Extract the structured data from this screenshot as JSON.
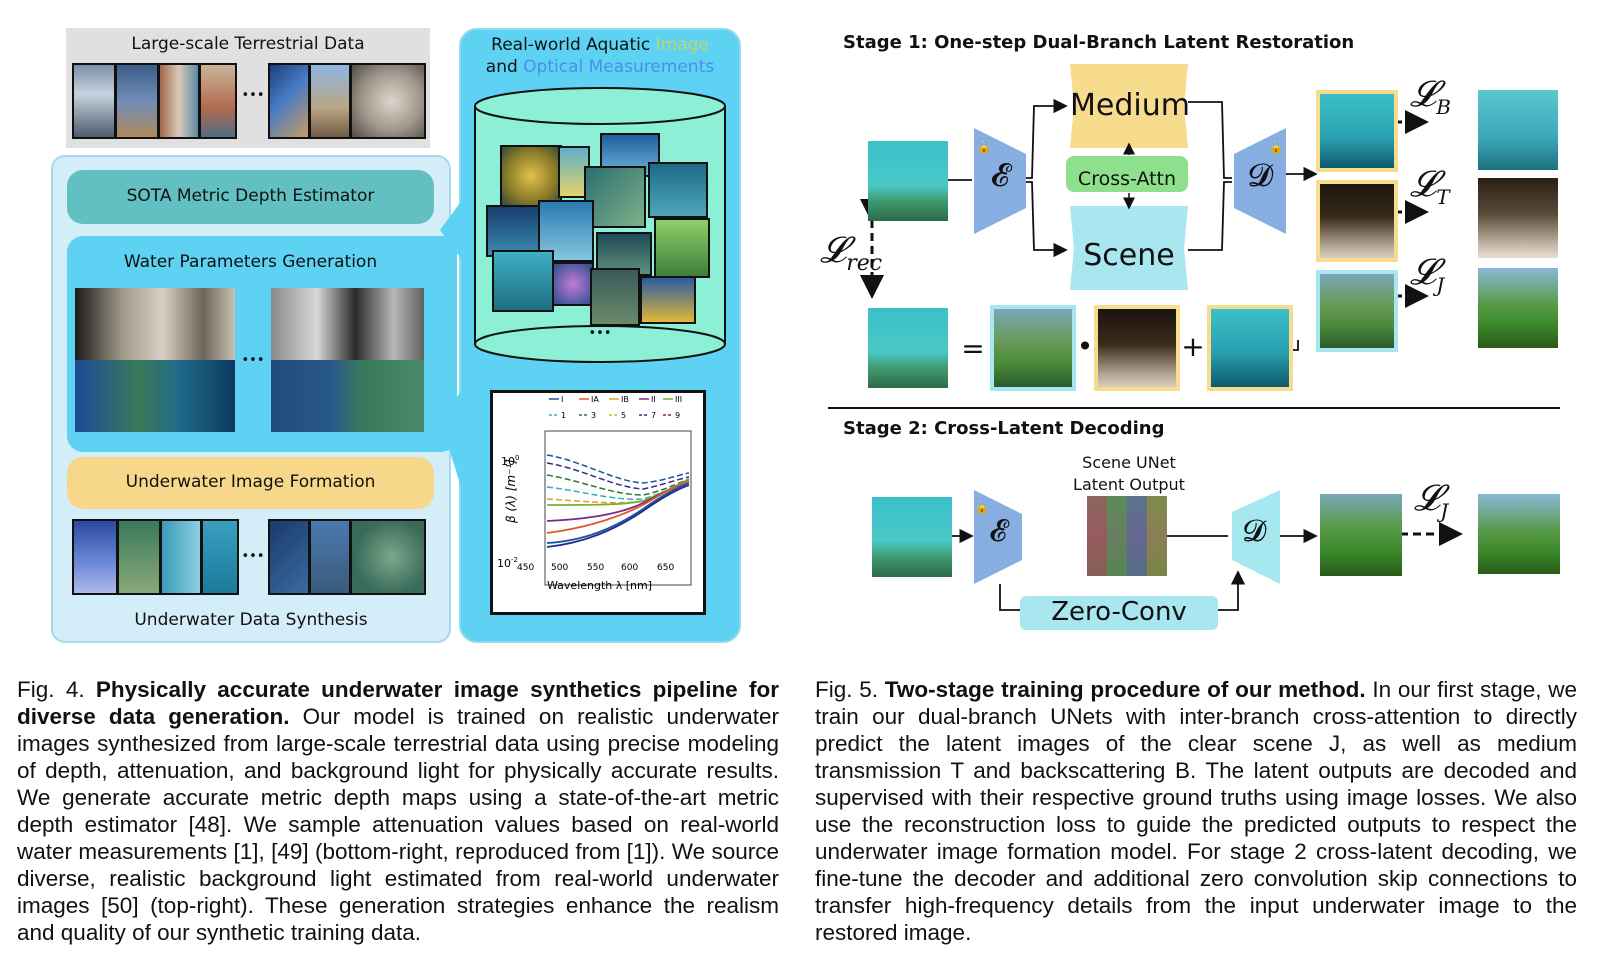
{
  "fig4": {
    "terrestrial_title": "Large-scale Terrestrial Data",
    "aquatic_title_1": "Real-world Aquatic ",
    "aquatic_title_image": "Image",
    "aquatic_title_2": "and ",
    "aquatic_title_optical": "Optical Measurements",
    "sota_label": "SOTA Metric Depth Estimator",
    "water_params_label": "Water Parameters Generation",
    "formation_label": "Underwater Image Formation",
    "synthesis_label": "Underwater Data Synthesis",
    "ellipsis": "•••",
    "plot": {
      "ylabel": "β (λ) [m⁻¹]",
      "xlabel": "Wavelength λ [nm]",
      "y_top": "10",
      "y_top_exp": "0",
      "y_bottom": "10",
      "y_bottom_exp": "-2",
      "xticks": [
        "450",
        "500",
        "550",
        "600",
        "650"
      ],
      "legend_row1": [
        "I",
        "IA",
        "IB",
        "II",
        "III"
      ],
      "legend_row2": [
        "1",
        "3",
        "5",
        "7",
        "9"
      ]
    },
    "colors": {
      "panel_light": "#d4eef9",
      "panel_cyan": "#5ed2f2",
      "teal_box": "#62bfc2",
      "yellow_box": "#f7d88a",
      "cylinder": "#8cf0d6",
      "image_word": "#c2d46e",
      "optical_word": "#4a8ef0"
    }
  },
  "fig5": {
    "stage1_title": "Stage 1: One-step Dual-Branch Latent Restoration",
    "stage2_title": "Stage 2: Cross-Latent Decoding",
    "medium_label": "Medium",
    "scene_label": "Scene",
    "cross_attn_label": "Cross-Attn",
    "encoder_symbol": "𝓔",
    "decoder_symbol": "𝓓",
    "loss_rec": "𝓛",
    "loss_rec_sub": "rec",
    "loss_b": "𝓛",
    "loss_b_sub": "B",
    "loss_t": "𝓛",
    "loss_t_sub": "T",
    "loss_j": "𝓛",
    "loss_j_sub": "J",
    "loss_j2": "𝓛",
    "loss_j2_sub": "J",
    "equals": "=",
    "dot": "•",
    "plus": "+",
    "scene_unet_line1": "Scene UNet",
    "scene_unet_line2": "Latent Output",
    "zero_conv_label": "Zero-Conv",
    "colors": {
      "medium_yellow": "#f8dc8e",
      "scene_cyan": "#a8e6f0",
      "cross_green": "#8ee08c",
      "encoder_blue": "#86aee0",
      "decoder_cyan": "#a6e8ef",
      "zero_conv": "#a8e6f0"
    }
  },
  "captions": {
    "fig4_prefix": "Fig. 4. ",
    "fig4_bold": "Physically accurate underwater image synthetics pipeline for diverse data generation.",
    "fig4_body": " Our model is trained on realistic underwater images synthesized from large-scale terrestrial data using precise modeling of depth, attenuation, and background light for physically accurate results. We generate accurate metric depth maps using a state-of-the-art metric depth estimator [48]. We sample attenuation values based on real-world water measurements [1], [49] (bottom-right, reproduced from [1]). We source diverse, realistic background light estimated from real-world underwater images [50] (top-right). These generation strategies enhance the realism and quality of our synthetic training data.",
    "fig5_prefix": "Fig. 5. ",
    "fig5_bold": "Two-stage training procedure of our method.",
    "fig5_body": " In our first stage, we train our dual-branch UNets with inter-branch cross-attention to directly predict the latent images of the clear scene J, as well as medium transmission T and backscattering B. The latent outputs are decoded and supervised with their respective ground truths using image losses. We also use the reconstruction loss to guide the predicted outputs to respect the underwater image formation model. For stage 2 cross-latent decoding, we fine-tune the decoder and additional zero convolution skip connections to transfer high-frequency details from the input underwater image to the restored image."
  }
}
